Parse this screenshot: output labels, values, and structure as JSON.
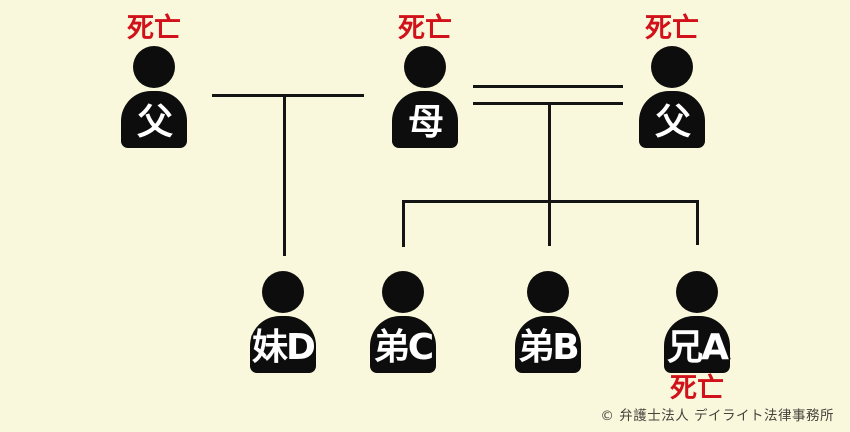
{
  "diagram": {
    "type": "family-tree",
    "background_color": "#FAF8DC",
    "icon_color": "#0D0D0D",
    "death_label_color": "#D2121A",
    "line_color": "#141414",
    "person_label_color": "#FFFFFF"
  },
  "persons": [
    {
      "id": "father-left",
      "label": "父",
      "death": "死亡",
      "death_position": "above",
      "row": "parents"
    },
    {
      "id": "mother",
      "label": "母",
      "death": "死亡",
      "death_position": "above",
      "row": "parents"
    },
    {
      "id": "father-right",
      "label": "父",
      "death": "死亡",
      "death_position": "above",
      "row": "parents"
    },
    {
      "id": "sister-d",
      "label": "妹D",
      "row": "children"
    },
    {
      "id": "brother-c",
      "label": "弟C",
      "row": "children"
    },
    {
      "id": "brother-b",
      "label": "弟B",
      "row": "children"
    },
    {
      "id": "brother-a",
      "label": "兄A",
      "death": "死亡",
      "death_position": "below",
      "row": "children"
    }
  ],
  "relations": [
    {
      "type": "marriage",
      "line_style": "single",
      "between": [
        "father-left",
        "mother"
      ],
      "children": [
        "sister-d"
      ]
    },
    {
      "type": "marriage",
      "line_style": "double",
      "between": [
        "mother",
        "father-right"
      ],
      "children": [
        "brother-c",
        "brother-b",
        "brother-a"
      ]
    }
  ],
  "copyright": "© 弁護士法人 デイライト法律事務所"
}
